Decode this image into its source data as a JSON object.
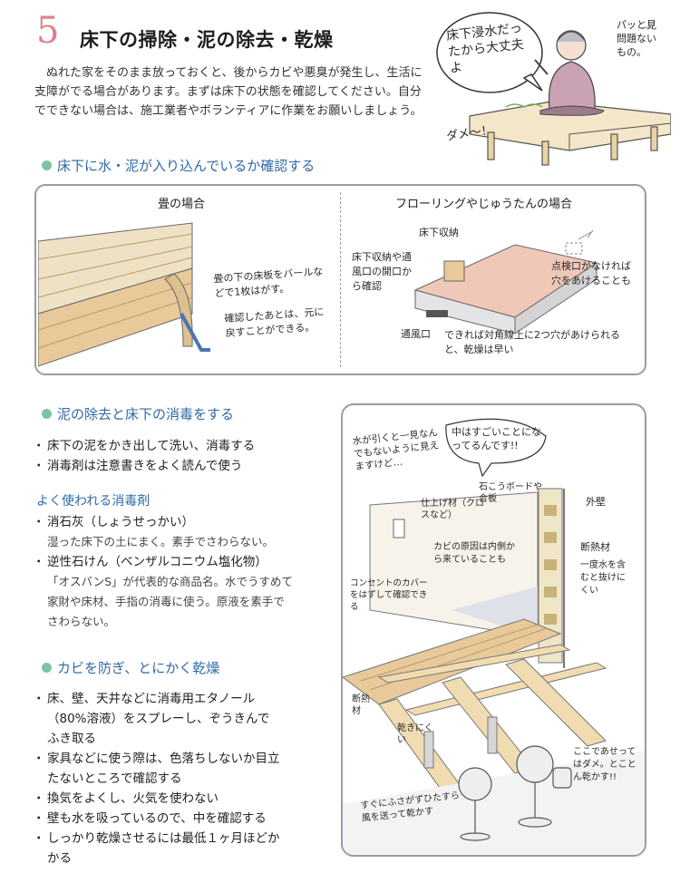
{
  "header": {
    "number": "5",
    "title": "床下の掃除・泥の除去・乾燥"
  },
  "intro": "ぬれた家をそのまま放っておくと、後からカビや悪臭が発生し、生活に支障がでる場合があります。まずは床下の状態を確認してください。自分でできない場合は、施工業者やボランティアに作業をお願いしましょう。",
  "top_illustration": {
    "speech": "床下浸水だったから大丈夫よ",
    "side_note": "パッと見問題ないもの。",
    "dame": "ダメ〜！"
  },
  "section1": {
    "heading": "床下に水・泥が入り込んでいるか確認する",
    "tatami": {
      "caption": "畳の場合",
      "note1": "畳の下の床板をバールなどで1枚はがす。",
      "note2": "確認したあとは、元に戻すことができる。"
    },
    "flooring": {
      "caption": "フローリングやじゅうたんの場合",
      "label_storage": "床下収納",
      "label_check": "床下収納や通風口の開口から確認",
      "label_vent": "通風口",
      "label_inspect": "点検口がなければ穴をあけることも",
      "label_bottom": "できれば対角線上に2つ穴があけられると、乾燥は早い"
    }
  },
  "section2": {
    "heading": "泥の除去と床下の消毒をする",
    "items": [
      "床下の泥をかき出して洗い、消毒する",
      "消毒剤は注意書きをよく読んで使う"
    ],
    "subheading": "よく使われる消毒剤",
    "disinfectants": [
      {
        "name": "消石灰（しょうせっかい）",
        "lines": [
          "湿った床下の土にまく。素手でさわらない。"
        ]
      },
      {
        "name": "逆性石けん（ベンザルコニウム塩化物）",
        "lines": [
          "「オスバンS」が代表的な商品名。水でうすめて",
          "家財や床材、手指の消毒に使う。原液を素手で",
          "さわらない。"
        ]
      }
    ]
  },
  "section3": {
    "heading": "カビを防ぎ、とにかく乾燥",
    "items": [
      [
        "床、壁、天井などに消毒用エタノール",
        "（80%溶液）をスプレーし、ぞうきんで",
        "ふき取る"
      ],
      [
        "家具などに使う際は、色落ちしないか目立",
        "たないところで確認する"
      ],
      [
        "換気をよくし、火気を使わない"
      ],
      [
        "壁も水を吸っているので、中を確認する"
      ],
      [
        "しっかり乾燥させるには最低１ヶ月ほどか",
        "かる"
      ]
    ]
  },
  "wall_illustration": {
    "bubble_left": "水が引くと一見なんでもないように見えますけど…",
    "bubble_main": "中はすごいことになってるんです!!",
    "label_board": "石こうボードや合板",
    "label_outer": "外壁",
    "label_finish": "仕上げ材（クロスなど）",
    "label_insulation": "断熱材",
    "label_insulation_note": "一度水を含むと抜けにくい",
    "label_mold": "カビの原因は内側から来ていることも",
    "label_outlet": "コンセントのカバーをはずして確認できる",
    "label_insulation2": "断熱材",
    "label_dry": "乾きにくい",
    "label_fan": "すぐにふさがずひたすら風を送って乾かす",
    "label_heater": "ここであせってはダメ。とことん乾かす!!"
  },
  "colors": {
    "accent_blue": "#2f6aa8",
    "dot_green": "#7dc4a3",
    "number_pink": "#e0808c",
    "wood": "#e8c99a",
    "floor_pink": "#f0c8b8"
  }
}
